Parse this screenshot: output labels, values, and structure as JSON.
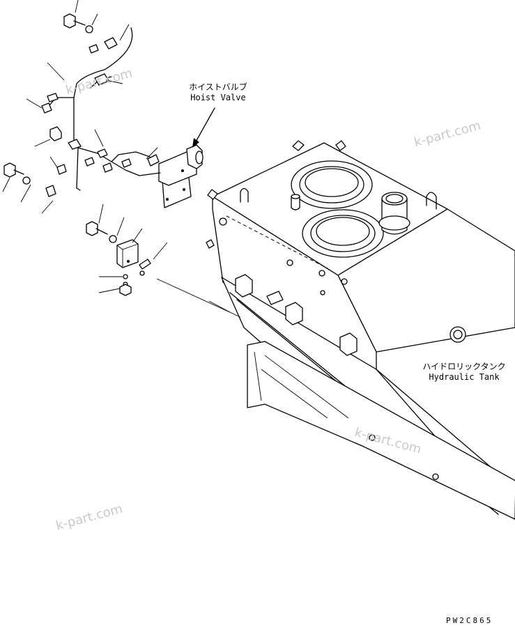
{
  "labels": {
    "hoist_valve_jp": "ホイストバルブ",
    "hoist_valve_en": "Hoist Valve",
    "hydraulic_tank_jp": "ハイドロリックタンク",
    "hydraulic_tank_en": "Hydraulic Tank"
  },
  "drawing_code": "PW2C865",
  "watermark": "k-part.com"
}
